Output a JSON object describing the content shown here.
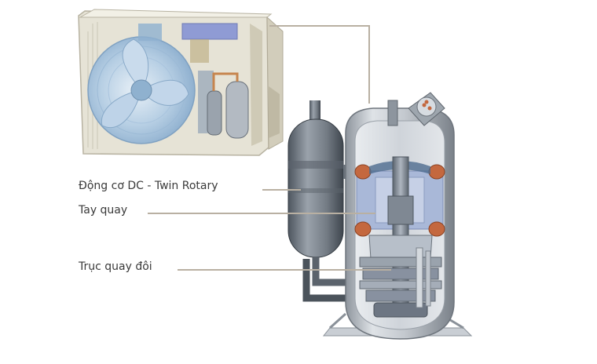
{
  "diagram": {
    "labels": {
      "motor": "Động cơ DC - Twin Rotary",
      "crank": "Tay quay",
      "shaft": "Trục quay đôi"
    },
    "colors": {
      "leader_line": "#b9b0a2",
      "compressor_shell": "#c7ccd2",
      "compressor_dark": "#7d858f",
      "stator_blue": "#a9b8d8",
      "coil_copper": "#c4683f",
      "outdoor_unit_case": "#e3e0d2",
      "fan_blue": "#a9c6e0"
    }
  }
}
